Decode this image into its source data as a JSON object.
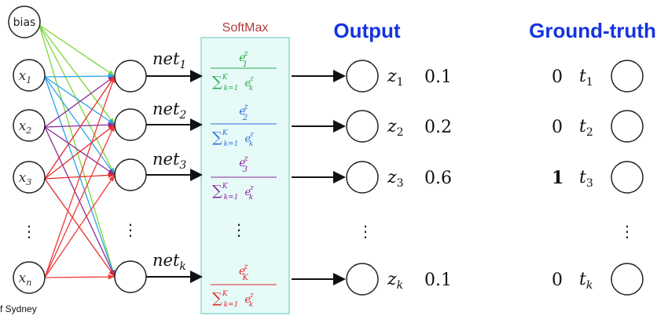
{
  "bias_label": "bias",
  "inputs": [
    {
      "base": "x",
      "sub": "1"
    },
    {
      "base": "x",
      "sub": "2"
    },
    {
      "base": "x",
      "sub": "3"
    },
    {
      "base": "x",
      "sub": "n"
    }
  ],
  "vdots": "⋮",
  "net_labels": [
    {
      "base": "net",
      "sub": "1"
    },
    {
      "base": "net",
      "sub": "2"
    },
    {
      "base": "net",
      "sub": "3"
    },
    {
      "base": "net",
      "sub": "k"
    }
  ],
  "softmax": {
    "title": "SoftMax",
    "rows": [
      {
        "num_base": "e",
        "num_sup": "z",
        "num_sub": "1",
        "sum": "∑",
        "sum_sup": "K",
        "sum_sub": "k=1",
        "den_base": "e",
        "den_sup": "z",
        "den_sub": "k",
        "color": "#2fa84f"
      },
      {
        "num_base": "e",
        "num_sup": "z",
        "num_sub": "2",
        "sum": "∑",
        "sum_sup": "K",
        "sum_sub": "k=1",
        "den_base": "e",
        "den_sup": "z",
        "den_sub": "k",
        "color": "#2f6fd6"
      },
      {
        "num_base": "e",
        "num_sup": "z",
        "num_sub": "3",
        "sum": "∑",
        "sum_sup": "K",
        "sum_sub": "k=1",
        "den_base": "e",
        "den_sup": "z",
        "den_sub": "k",
        "color": "#8a2a9a"
      },
      {
        "num_base": "e",
        "num_sup": "z",
        "num_sub": "K",
        "sum": "∑",
        "sum_sup": "K",
        "sum_sub": "k=1",
        "den_base": "e",
        "den_sup": "z",
        "den_sub": "k",
        "color": "#e22a2a"
      }
    ]
  },
  "output": {
    "header": "Output",
    "items": [
      {
        "base": "z",
        "sub": "1",
        "value": "0.1"
      },
      {
        "base": "z",
        "sub": "2",
        "value": "0.2"
      },
      {
        "base": "z",
        "sub": "3",
        "value": "0.6"
      },
      {
        "base": "z",
        "sub": "k",
        "value": "0.1"
      }
    ]
  },
  "ground_truth": {
    "header": "Ground-truth",
    "items": [
      {
        "value": "0",
        "base": "t",
        "sub": "1",
        "bold": false
      },
      {
        "value": "0",
        "base": "t",
        "sub": "2",
        "bold": false
      },
      {
        "value": "1",
        "base": "t",
        "sub": "3",
        "bold": true
      },
      {
        "value": "0",
        "base": "t",
        "sub": "k",
        "bold": false
      }
    ]
  },
  "footer_text": "f Sydney",
  "colors": {
    "bias_edges": "#7ad63a",
    "x1_edges": "#2aa3e8",
    "x2_edges": "#8a2a9a",
    "x3_edges": "#e22a2a",
    "xn_edges": "#f03a3a",
    "header_blue": "#1434e0",
    "softmax_title": "#b03a3a",
    "softmax_fill": "#e6fbf8",
    "softmax_border": "#8fd8cf"
  }
}
